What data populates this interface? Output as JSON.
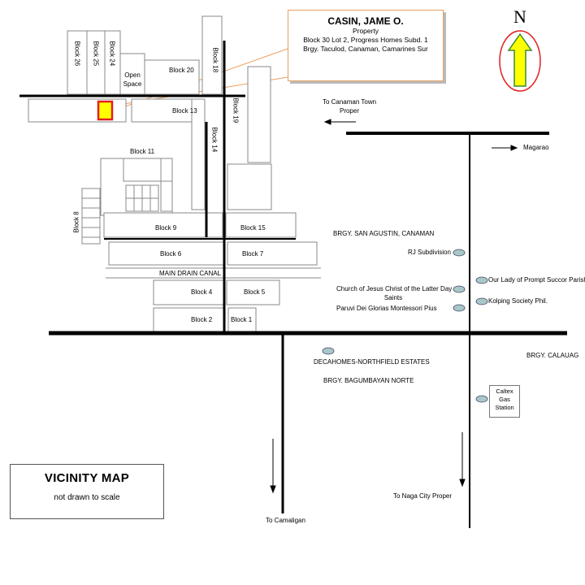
{
  "property": {
    "owner": "CASIN, JAME O.",
    "type": "Property",
    "lot": "Block 30 Lot 2, Progress Homes Subd. 1",
    "address": "Brgy. Taculod, Canaman, Camarines Sur"
  },
  "legend": {
    "title": "VICINITY MAP",
    "note": "not drawn to scale"
  },
  "north": "N",
  "blocks": {
    "b26": "Block 26",
    "b25": "Block 25",
    "b24": "Block 24",
    "open_space": [
      "Open",
      "Space"
    ],
    "b20": "Block 20",
    "b18": "Block 18",
    "b13": "Block 13",
    "b19": "Block 19",
    "b14": "Block 14",
    "b11": "Block 11",
    "b8": "Block 8",
    "b9": "Block 9",
    "b15": "Block 15",
    "b6": "Block 6",
    "b7": "Block 7",
    "b4": "Block 4",
    "b5": "Block 5",
    "b2": "Block 2",
    "b1": "Block 1"
  },
  "canal": "MAIN DRAIN CANAL",
  "directions": {
    "canaman": [
      "To Canaman Town",
      "Proper"
    ],
    "magarao": "Magarao",
    "camaligan": "To Camaligan",
    "naga": "To Naga City Proper"
  },
  "barangays": {
    "san_agustin": "BRGY. SAN AGUSTIN, CANAMAN",
    "calauag": "BRGY. CALAUAG",
    "bagumbayan": "BRGY. BAGUMBAYAN NORTE"
  },
  "landmarks": {
    "rj": "RJ Subdivision",
    "church": [
      "Church of Jesus Christ of the Latter Day",
      "Saints"
    ],
    "paruvi": "Paruvi Dei Glorias Montessori Pius",
    "lady": "Our Lady of Prompt Succor Parish",
    "kolping": "Kolping Society Phil.",
    "decahomes": "DECAHOMES-NORTHFIELD ESTATES",
    "caltex": [
      "Caltex",
      "Gas",
      "Station"
    ]
  },
  "colors": {
    "property_fill": "#ffff00",
    "property_border": "#e02020",
    "north_arrow": "#ffff00",
    "north_ring": "#e02020",
    "landmark": "#a8c8c8"
  }
}
